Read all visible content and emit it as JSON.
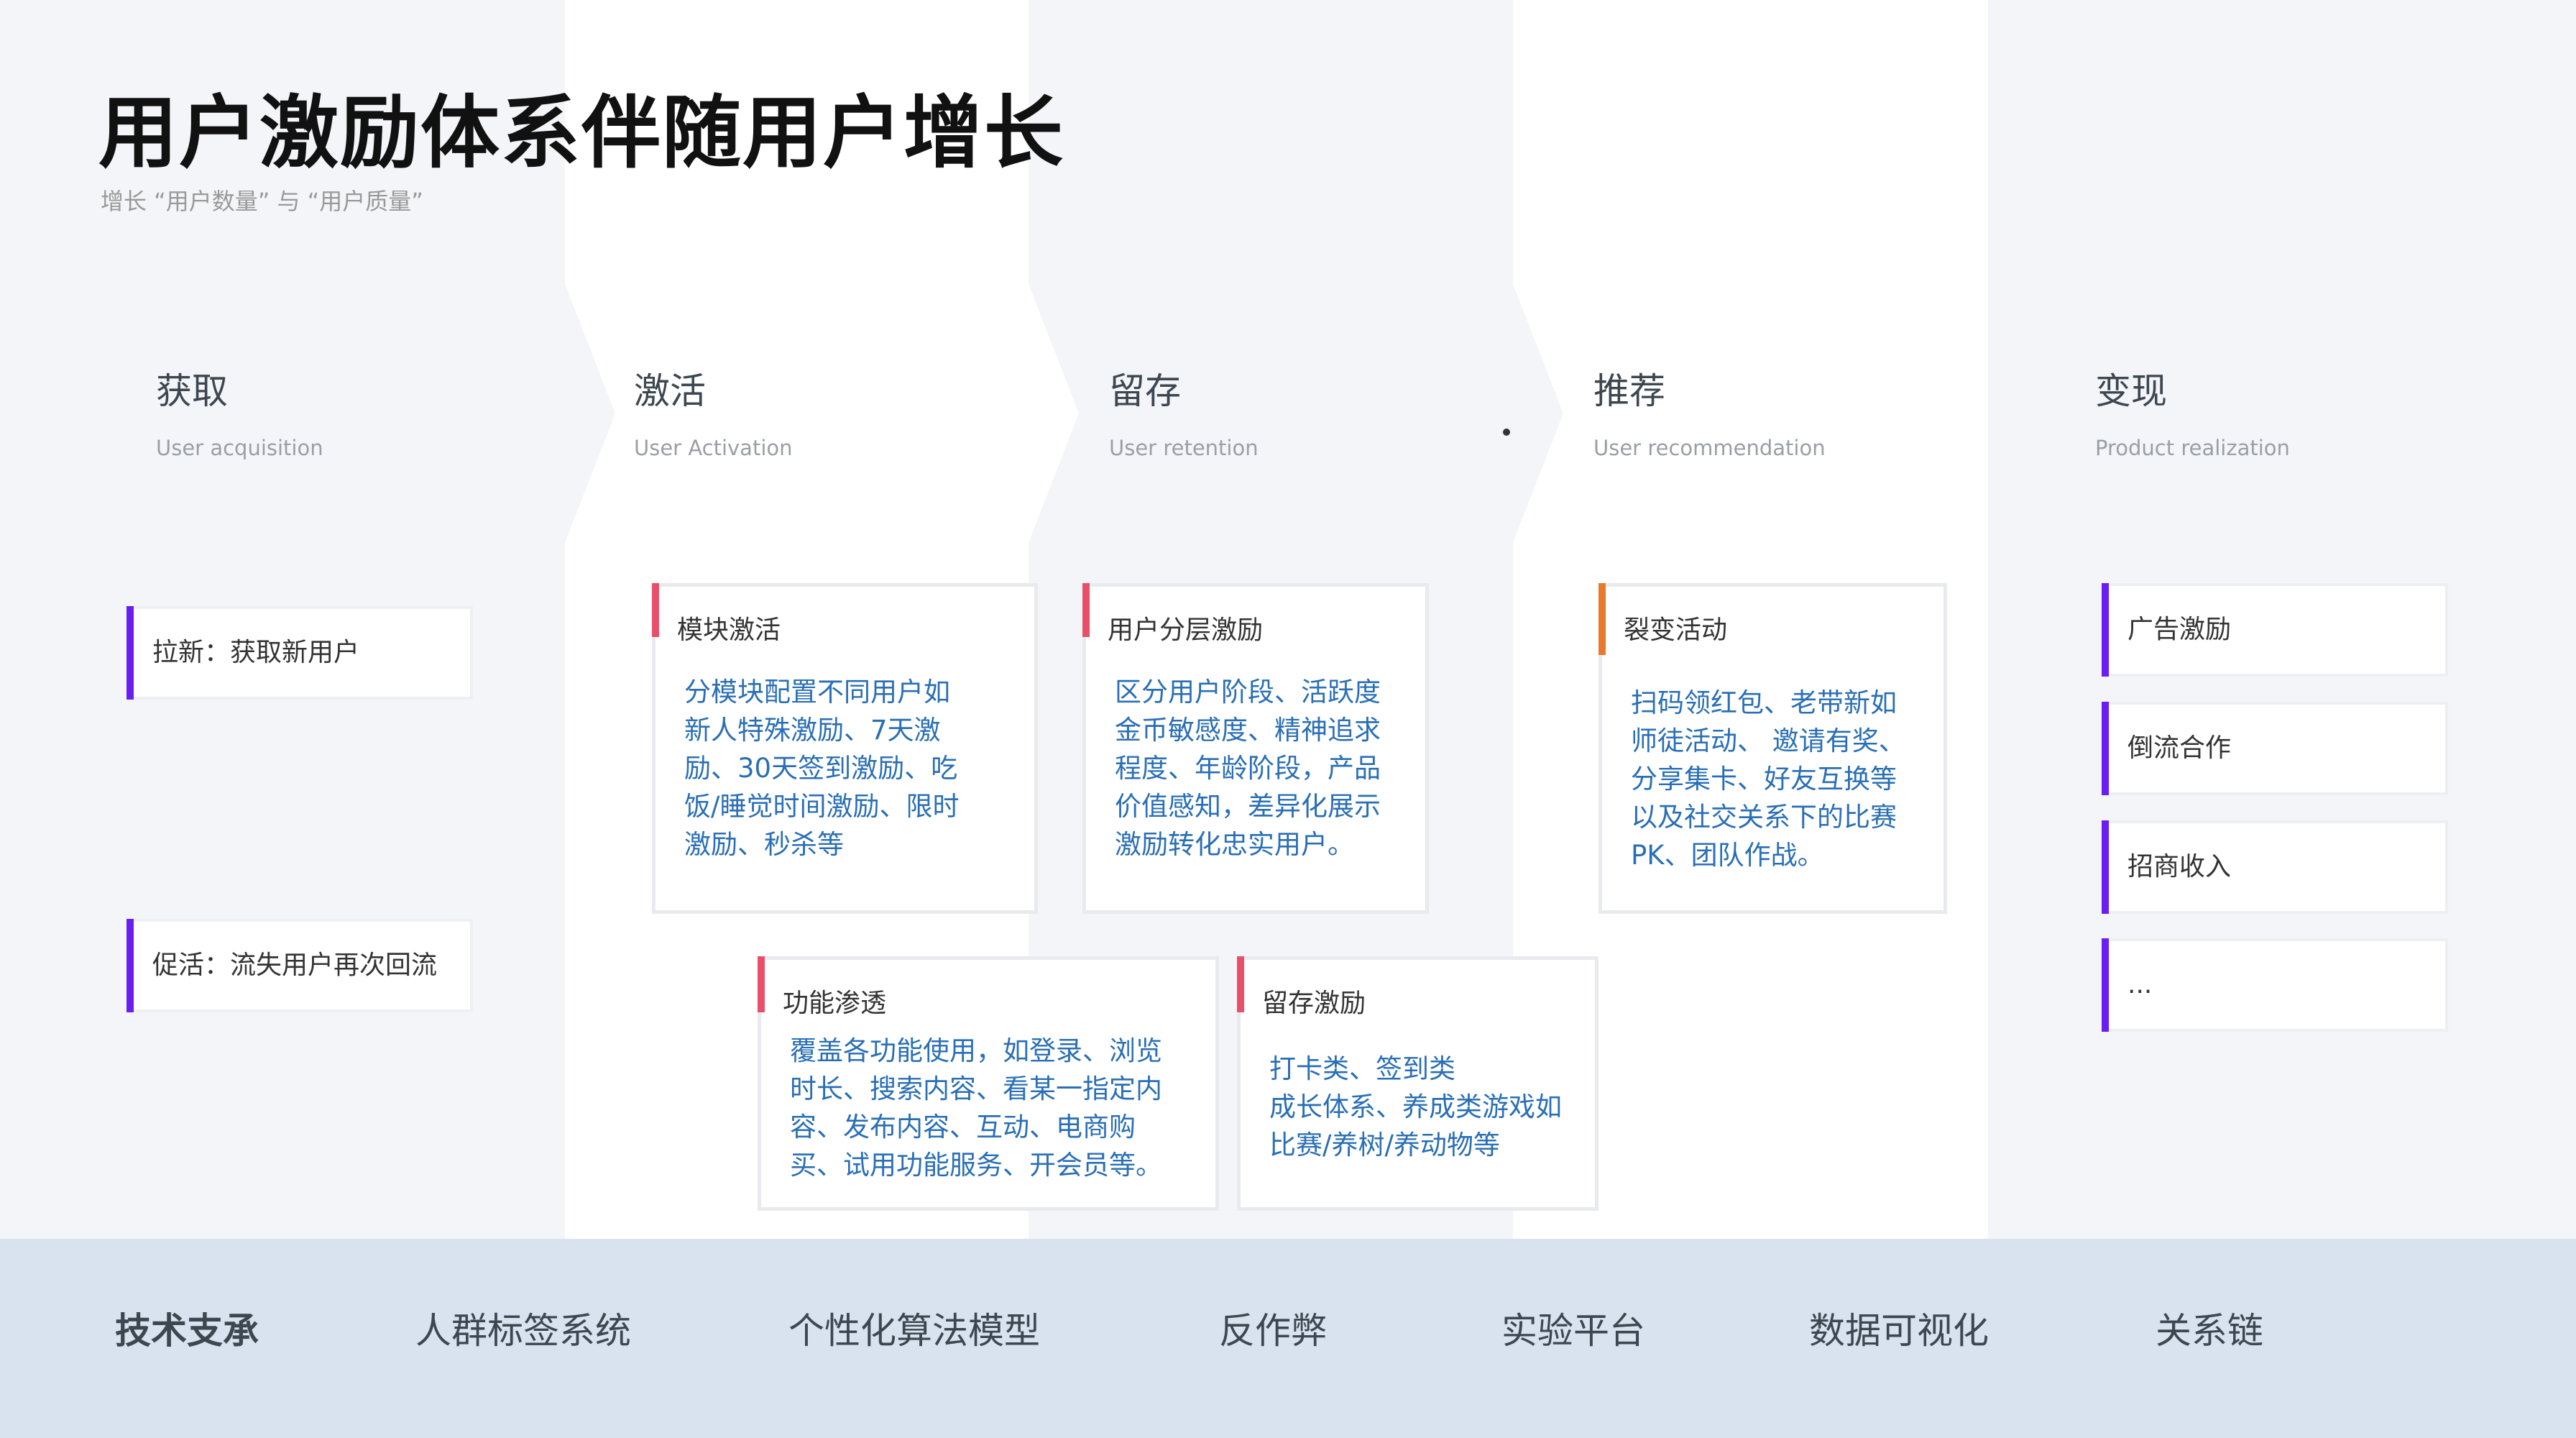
{
  "title": "用户激励体系伴随用户增长",
  "subtitle": "增长 “用户数量” 与 “用户质量”",
  "stages": [
    {
      "zh": "获取",
      "en": "User acquisition"
    },
    {
      "zh": "激活",
      "en": "User Activation"
    },
    {
      "zh": "留存",
      "en": "User retention"
    },
    {
      "zh": "推荐",
      "en": "User recommendation"
    },
    {
      "zh": "变现",
      "en": "Product realization"
    }
  ],
  "acquisition": [
    "拉新：获取新用户",
    "促活：流失用户再次回流"
  ],
  "cards": [
    {
      "title": "模块激活",
      "body": [
        "分模块配置不同用户如",
        "新人特殊激励、7天激",
        "励、30天签到激励、吃",
        "饭/睡觉时间激励、限时",
        "激励、秒杀等"
      ]
    },
    {
      "title": "用户分层激励",
      "body": [
        "区分用户阶段、活跃度",
        "金币敏感度、精神追求",
        "程度、年龄阶段，产品",
        "价值感知，差异化展示",
        "激励转化忠实用户。"
      ]
    },
    {
      "title": "裂变活动",
      "body": [
        "扫码领红包、老带新如",
        "师徒活动、 邀请有奖、",
        "分享集卡、好友互换等",
        "以及社交关系下的比赛",
        "PK、团队作战。"
      ]
    },
    {
      "title": "功能渗透",
      "body": [
        "覆盖各功能使用，如登录、浏览",
        "时长、搜索内容、看某一指定内",
        "容、发布内容、互动、电商购",
        "买、试用功能服务、开会员等。"
      ]
    },
    {
      "title": "留存激励",
      "body": [
        "打卡类、签到类",
        "成长体系、养成类游戏如",
        "比赛/养树/养动物等"
      ]
    }
  ],
  "realization": [
    "广告激励",
    "倒流合作",
    "招商收入",
    "..."
  ],
  "tech": {
    "label": "技术支承",
    "items": [
      "人群标签系统",
      "个性化算法模型",
      "反作弊",
      "实验平台",
      "数据可视化",
      "关系链"
    ]
  },
  "colors": {
    "red": "#e8506a",
    "orange": "#e87a2f",
    "purple": "#6a1ff0",
    "blue": "#2a6fb5"
  }
}
